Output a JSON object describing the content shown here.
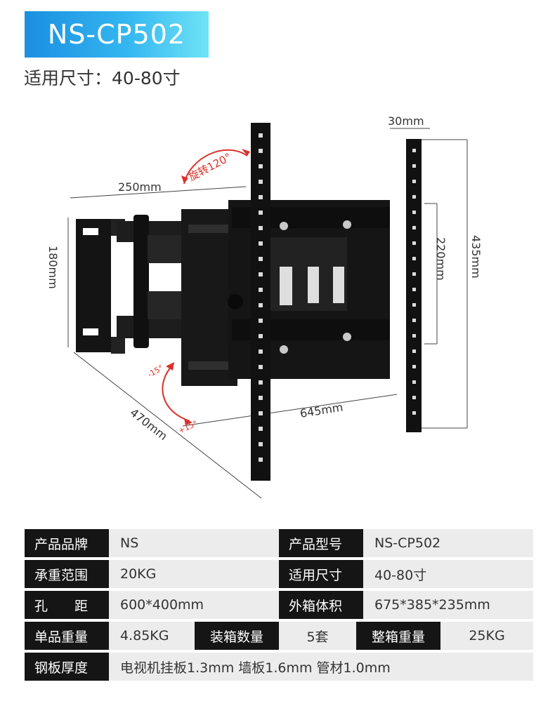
{
  "header": {
    "model": "NS-CP502",
    "size_label": "适用尺寸：",
    "size_value": "40-80寸"
  },
  "dimensions": {
    "top_depth": "30mm",
    "arm_length": "250mm",
    "height_outer": "435mm",
    "height_inner": "220mm",
    "wall_plate_height": "180mm",
    "width": "645mm",
    "extension": "470mm",
    "rotation": "旋转120°",
    "tilt_up": "-15°",
    "tilt_down": "+15°"
  },
  "specs": {
    "row1": {
      "k1": "产品品牌",
      "v1": "NS",
      "k2": "产品型号",
      "v2": "NS-CP502"
    },
    "row2": {
      "k1": "承重范围",
      "v1": "20KG",
      "k2": "适用尺寸",
      "v2": "40-80寸"
    },
    "row3": {
      "k1": "孔　　距",
      "v1": "600*400mm",
      "k2": "外箱体积",
      "v2": "675*385*235mm"
    },
    "row4": {
      "k1": "单品重量",
      "v1": "4.85KG",
      "k2": "装箱数量",
      "v2": "5套",
      "k3": "整箱重量",
      "v3": "25KG"
    },
    "row5": {
      "k1": "钢板厚度",
      "v1": "电视机挂板1.3mm 墙板1.6mm 管材1.0mm"
    }
  },
  "colors": {
    "badge_start": "#1b8fe0",
    "badge_end": "#6fe3f6",
    "label_bg": "#151515",
    "value_bg": "#ececec",
    "accent_red": "#d9322b"
  }
}
